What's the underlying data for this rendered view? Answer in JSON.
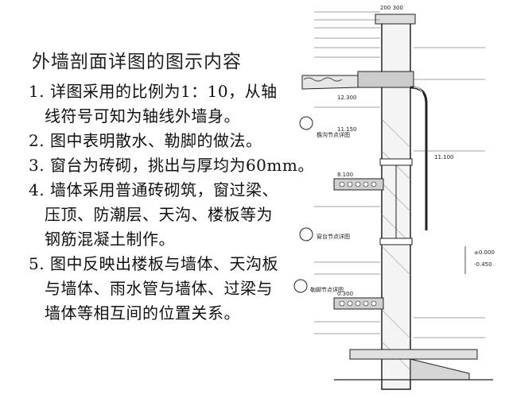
{
  "document": {
    "title": "外墙剖面详图的图示内容",
    "lines": [
      "1. 详图采用的比例为1：10，从轴",
      "线符号可知为轴线外墙身。",
      "2. 图中表明散水、勒脚的做法。",
      "3. 窗台为砖砌，挑出与厚均为60mm。",
      "4. 墙体采用普通砖砌筑，窗过梁、",
      "压顶、防潮层、天沟、楼板等为",
      "钢筋混凝土制作。",
      "5. 图中反映出楼板与墙体、天沟板",
      "与墙体、雨水管与墙体、过梁与",
      "墙体等相互间的位置关系。"
    ],
    "indent": [
      false,
      true,
      false,
      false,
      false,
      true,
      true,
      false,
      true,
      true
    ]
  },
  "drawing": {
    "labels": {
      "dim_top": "200 300",
      "elev_roof": "12.300",
      "elev_a": "11.150",
      "elev_b": "11.100",
      "elev_c": "8.100",
      "elev_d": "0.300",
      "note_a": "檐沟节点详图",
      "note_b": "窗台节点详图",
      "note_c": "勒脚节点详图",
      "right_a": "±0.000",
      "right_b": "-0.450"
    }
  }
}
